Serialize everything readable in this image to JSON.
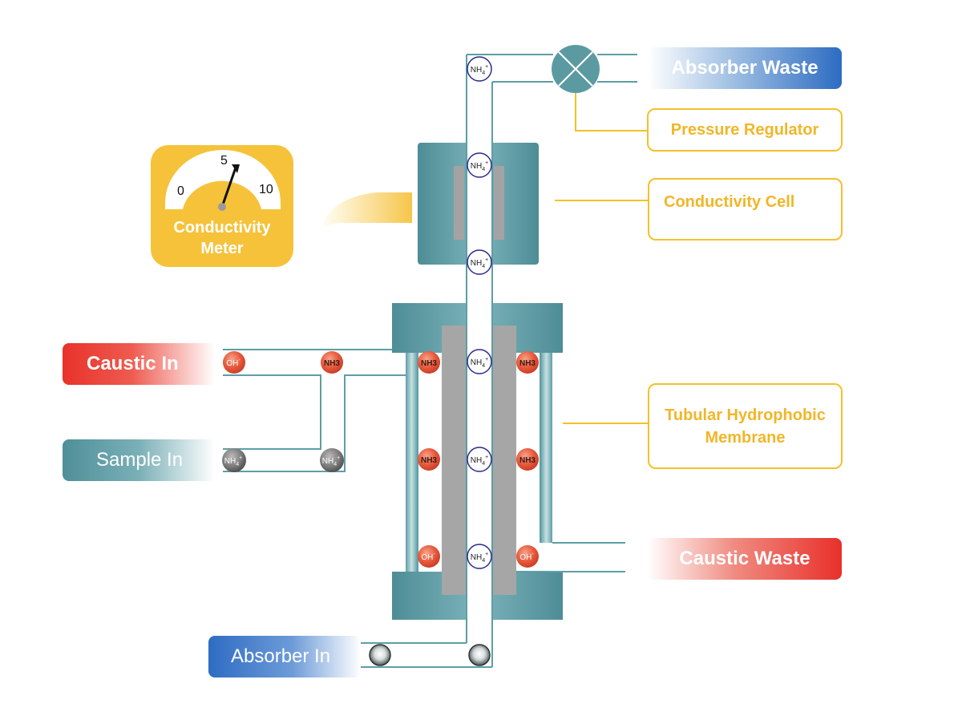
{
  "labels": {
    "caustic_in": "Caustic In",
    "sample_in": "Sample In",
    "absorber_in": "Absorber In",
    "absorber_waste": "Absorber Waste",
    "caustic_waste": "Caustic Waste",
    "pressure_regulator": "Pressure Regulator",
    "conductivity_cell": "Conductivity Cell",
    "membrane": "Tubular Hydrophobic Membrane"
  },
  "meter": {
    "title_line1": "Conductivity",
    "title_line2": "Meter",
    "scale_min": "0",
    "scale_mid": "5",
    "scale_max": "10"
  },
  "ions": {
    "nh4_base": "NH",
    "nh4_sub": "4",
    "nh4_sup": "+",
    "oh_base": "OH",
    "oh_sup": "-",
    "nh3": "NH3"
  },
  "colors": {
    "teal": "#5c9aa2",
    "membrane_gray": "#a6a6a6",
    "caustic_red": "#e8322a",
    "absorber_blue": "#2d6cc2",
    "accent_yellow": "#f5c02a"
  }
}
